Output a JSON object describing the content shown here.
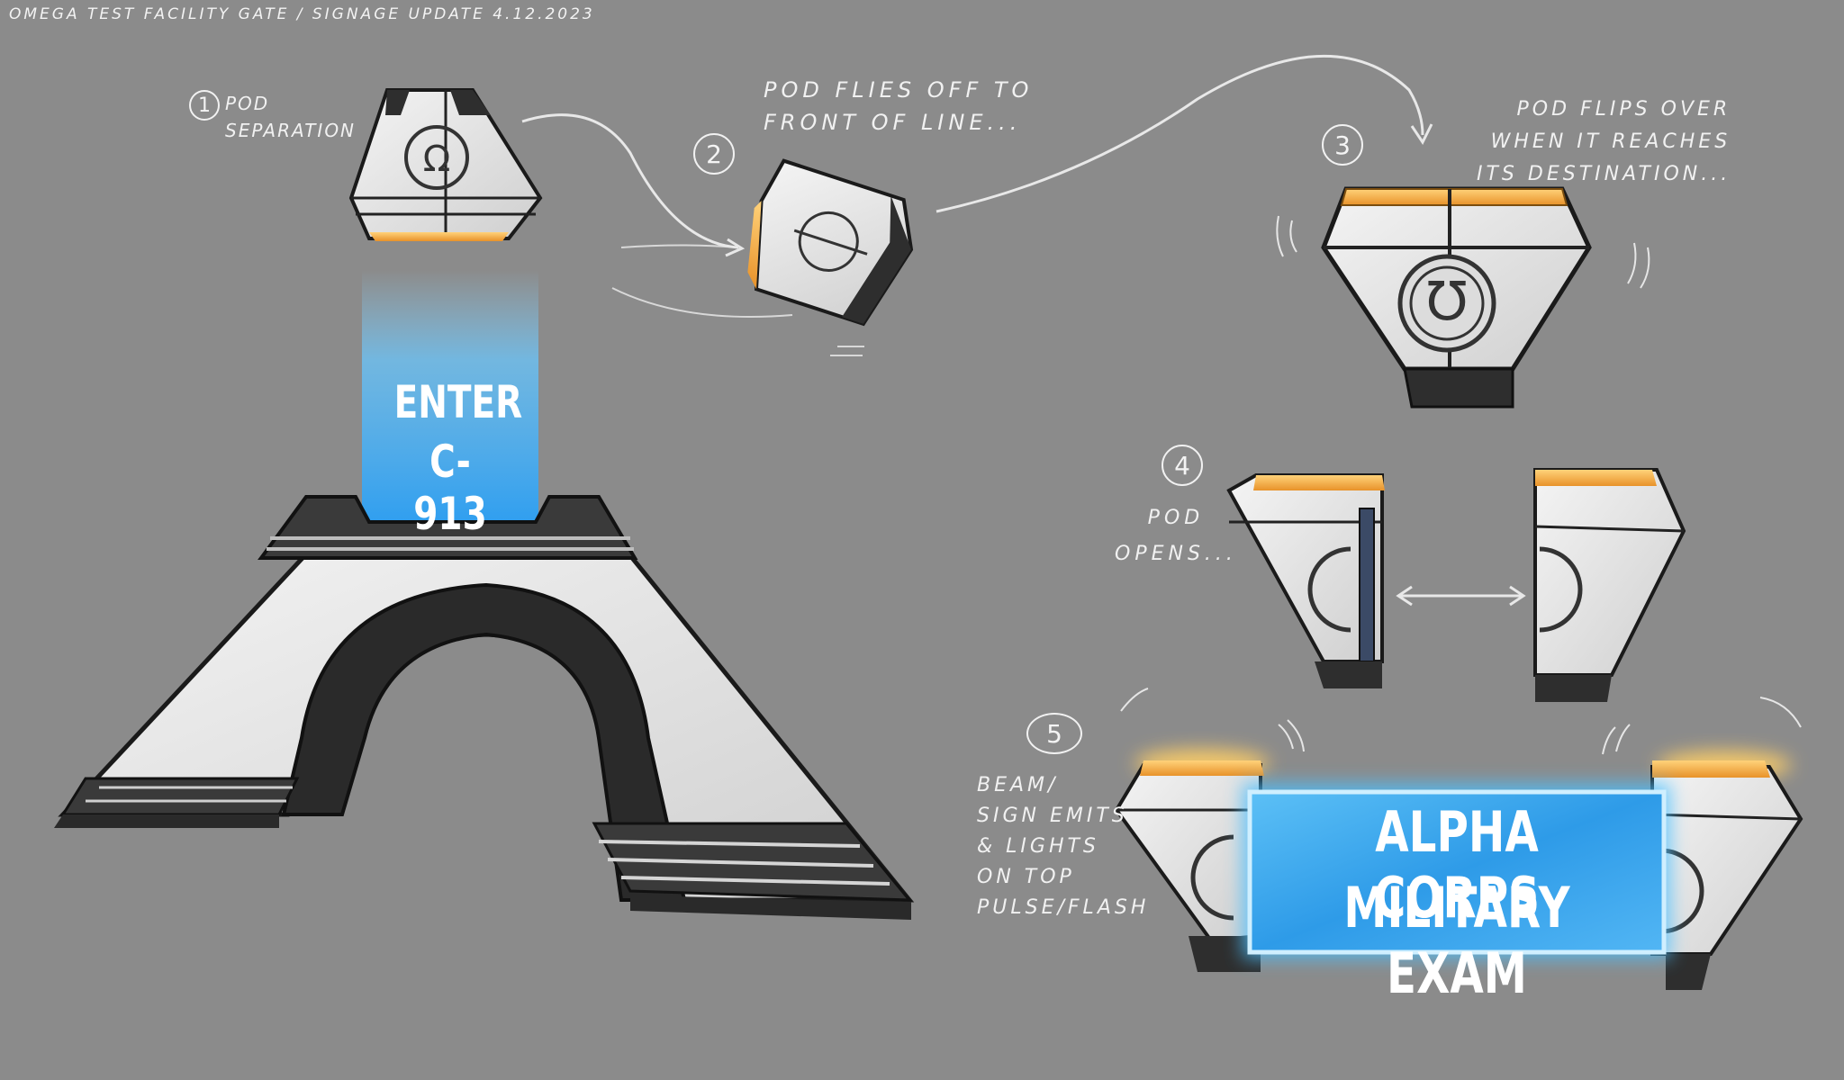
{
  "title": "Omega Test Facility Gate / Signage Update 4.12.2023",
  "steps": [
    {
      "number": "1",
      "label": "Pod\nSeparation"
    },
    {
      "number": "2",
      "label": "Pod flies off to\nfront of line..."
    },
    {
      "number": "3",
      "label": "Pod flips over\nwhen it reaches\nits destination..."
    },
    {
      "number": "4",
      "label": "Pod\nopens..."
    },
    {
      "number": "5",
      "label": "Beam/\nSign emits\n& lights\non top\npulse/flash"
    }
  ],
  "gate_sign": {
    "line1": "ENTER",
    "line2": "C-913"
  },
  "banner": {
    "line1": "ALPHA CORPS",
    "line2": "MILITARY EXAM"
  },
  "colors": {
    "background": "#8b8b8b",
    "pod_body": "#e8e8e8",
    "pod_trim": "#2e2e2e",
    "amber_light": "#f0a43a",
    "beam_blue": "#3aa8f0"
  },
  "icons": [
    "omega-logo-icon",
    "double-arrow-icon"
  ]
}
